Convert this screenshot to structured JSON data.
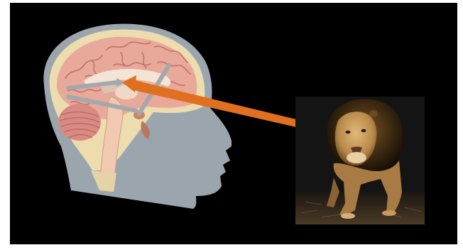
{
  "slide": {
    "background": "#000000",
    "frame": "#ffffff"
  },
  "illustration": {
    "subject": "head-profile-with-brain",
    "colors": {
      "head_silhouette": "#9aa5ad",
      "skull": "#e8d6a8",
      "brain_cortex": "#e8a89a",
      "brain_folds": "#c27266",
      "cerebellum": "#d98a82",
      "brainstem": "#f1c9b0",
      "arrows": "#a4a8ab"
    }
  },
  "signal_arrow": {
    "color": "#e07020",
    "from": "lion-eyes",
    "to": "thalamus"
  },
  "photo": {
    "subject": "lion",
    "background": "#141414",
    "mane": "#2e2010",
    "fur": "#c79a5c"
  }
}
